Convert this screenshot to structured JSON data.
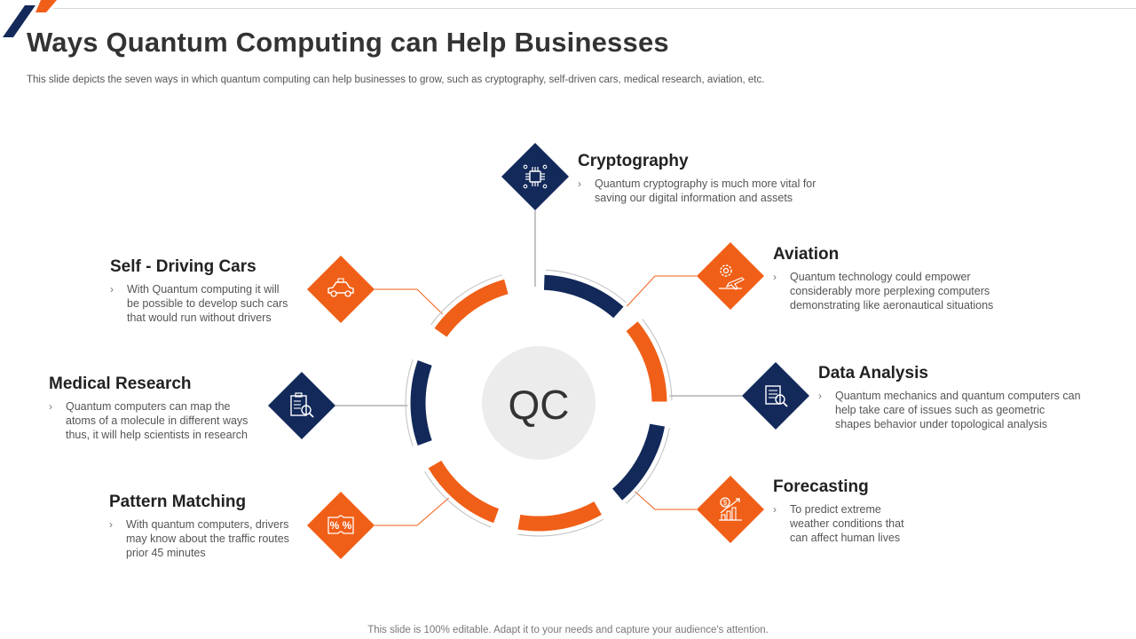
{
  "title": "Ways Quantum Computing can Help Businesses",
  "subtitle": "This slide depicts the seven ways in which quantum computing can help businesses to grow, such as cryptography, self-driven cars, medical research, aviation, etc.",
  "footer": "This slide is 100% editable. Adapt it to your needs and capture your audience's attention.",
  "center_label": "QC",
  "colors": {
    "navy": "#12295a",
    "orange": "#f05f17",
    "connector_gray": "#8a8a8a",
    "center_fill": "#ececec"
  },
  "bullet_glyph": "›",
  "items": [
    {
      "title": "Cryptography",
      "desc_lines": [
        "Quantum cryptography is much more vital for",
        "saving our digital information and assets"
      ],
      "icon": "circuit-chip-icon",
      "color": "navy"
    },
    {
      "title": "Aviation",
      "desc_lines": [
        "Quantum technology could empower",
        "considerably more perplexing computers",
        "demonstrating like aeronautical situations"
      ],
      "icon": "gear-airplane-icon",
      "color": "orange"
    },
    {
      "title": "Data Analysis",
      "desc_lines": [
        "Quantum mechanics and quantum computers can",
        "help take care of issues such as geometric",
        "shapes behavior  under topological analysis"
      ],
      "icon": "document-magnifier-icon",
      "color": "navy"
    },
    {
      "title": "Forecasting",
      "desc_lines": [
        "To predict extreme",
        "weather conditions that",
        "can affect human lives"
      ],
      "icon": "dollar-growth-chart-icon",
      "color": "orange"
    },
    {
      "title": "Pattern Matching",
      "desc_lines": [
        "With quantum computers, drivers",
        "may know about the traffic routes",
        "prior 45 minutes"
      ],
      "icon": "percent-puzzle-icon",
      "color": "orange"
    },
    {
      "title": "Medical Research",
      "desc_lines": [
        "Quantum computers can map the",
        "atoms of a molecule in different  ways",
        "thus, it will help scientists in research"
      ],
      "icon": "clipboard-magnifier-icon",
      "color": "navy"
    },
    {
      "title": "Self - Driving Cars",
      "desc_lines": [
        "With Quantum computing it will",
        "be possible to develop  such cars",
        "that would run without drivers"
      ],
      "icon": "car-icon",
      "color": "orange"
    }
  ]
}
